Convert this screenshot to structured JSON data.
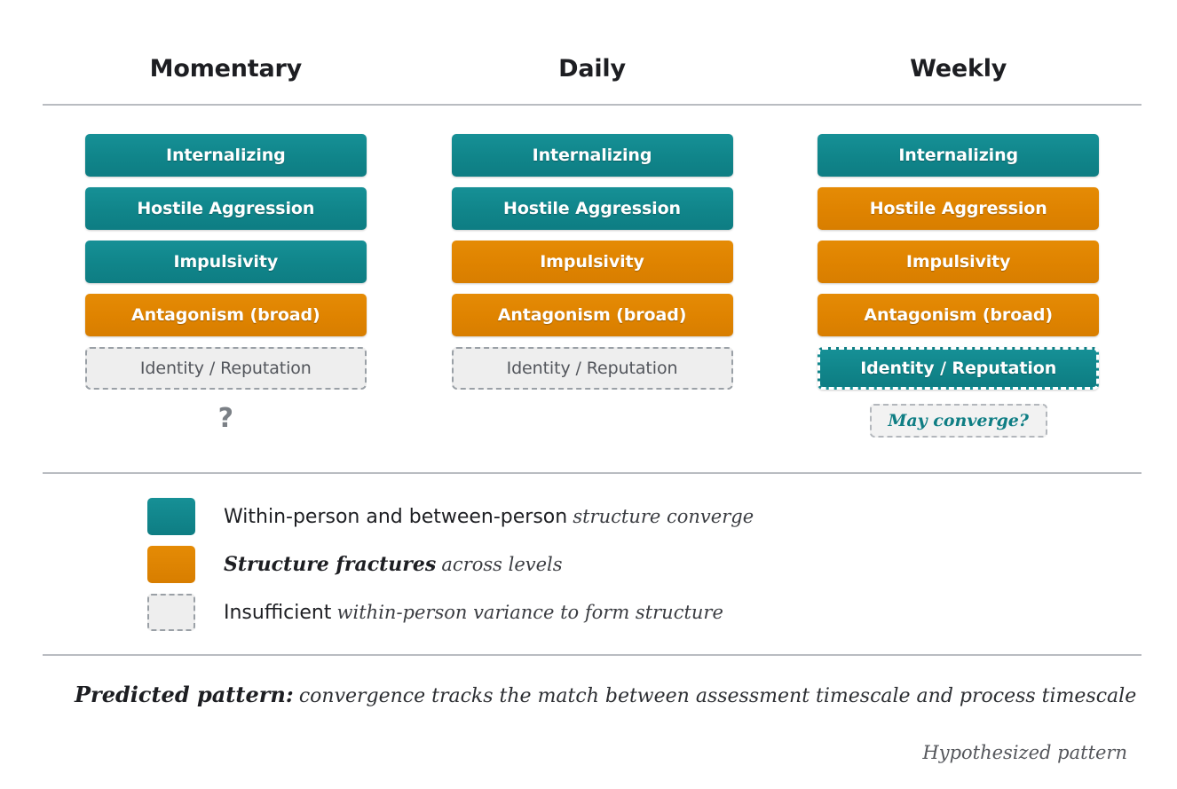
{
  "figure": {
    "caption_note": "Hypothesized pattern",
    "columns": [
      {
        "header": "Momentary",
        "rows": [
          {
            "label": "Internalizing",
            "state": "converge"
          },
          {
            "label": "Hostile Aggression",
            "state": "converge"
          },
          {
            "label": "Impulsivity",
            "state": "converge"
          },
          {
            "label": "Antagonism (broad)",
            "state": "fracture"
          },
          {
            "label": "Identity / Reputation",
            "state": "insufficient"
          }
        ],
        "annotation": "?",
        "annotation_type": "question-mark"
      },
      {
        "header": "Daily",
        "rows": [
          {
            "label": "Internalizing",
            "state": "converge"
          },
          {
            "label": "Hostile Aggression",
            "state": "converge"
          },
          {
            "label": "Impulsivity",
            "state": "fracture"
          },
          {
            "label": "Antagonism (broad)",
            "state": "fracture"
          },
          {
            "label": "Identity / Reputation",
            "state": "insufficient"
          }
        ],
        "annotation": "",
        "annotation_type": "none"
      },
      {
        "header": "Weekly",
        "rows": [
          {
            "label": "Internalizing",
            "state": "converge"
          },
          {
            "label": "Hostile Aggression",
            "state": "fracture"
          },
          {
            "label": "Impulsivity",
            "state": "fracture"
          },
          {
            "label": "Antagonism (broad)",
            "state": "fracture"
          },
          {
            "label": "Identity / Reputation",
            "state": "converge-dashed"
          }
        ],
        "annotation": "May converge?",
        "annotation_type": "note-box"
      }
    ]
  },
  "legend": {
    "items": [
      {
        "swatch": "teal",
        "strong": "Within-person and between-person",
        "emphasis": "structure converge"
      },
      {
        "swatch": "orange",
        "strong": "Structure fractures",
        "emphasis": "across levels"
      },
      {
        "swatch": "dashed-ghost",
        "strong": "Insufficient",
        "emphasis": "within-person variance to form structure"
      }
    ]
  },
  "footer": {
    "predicted_label": "Predicted pattern:",
    "predicted_body": "convergence tracks the match between assessment timescale and process timescale",
    "corner_note": "Hypothesized pattern"
  },
  "colors": {
    "converge_teal": "#10858a",
    "fracture_orange": "#df8300",
    "insufficient_fill": "#eeeeee",
    "insufficient_border": "#9aa0a6",
    "rule": "#b9bcc1",
    "text": "#26272b"
  }
}
